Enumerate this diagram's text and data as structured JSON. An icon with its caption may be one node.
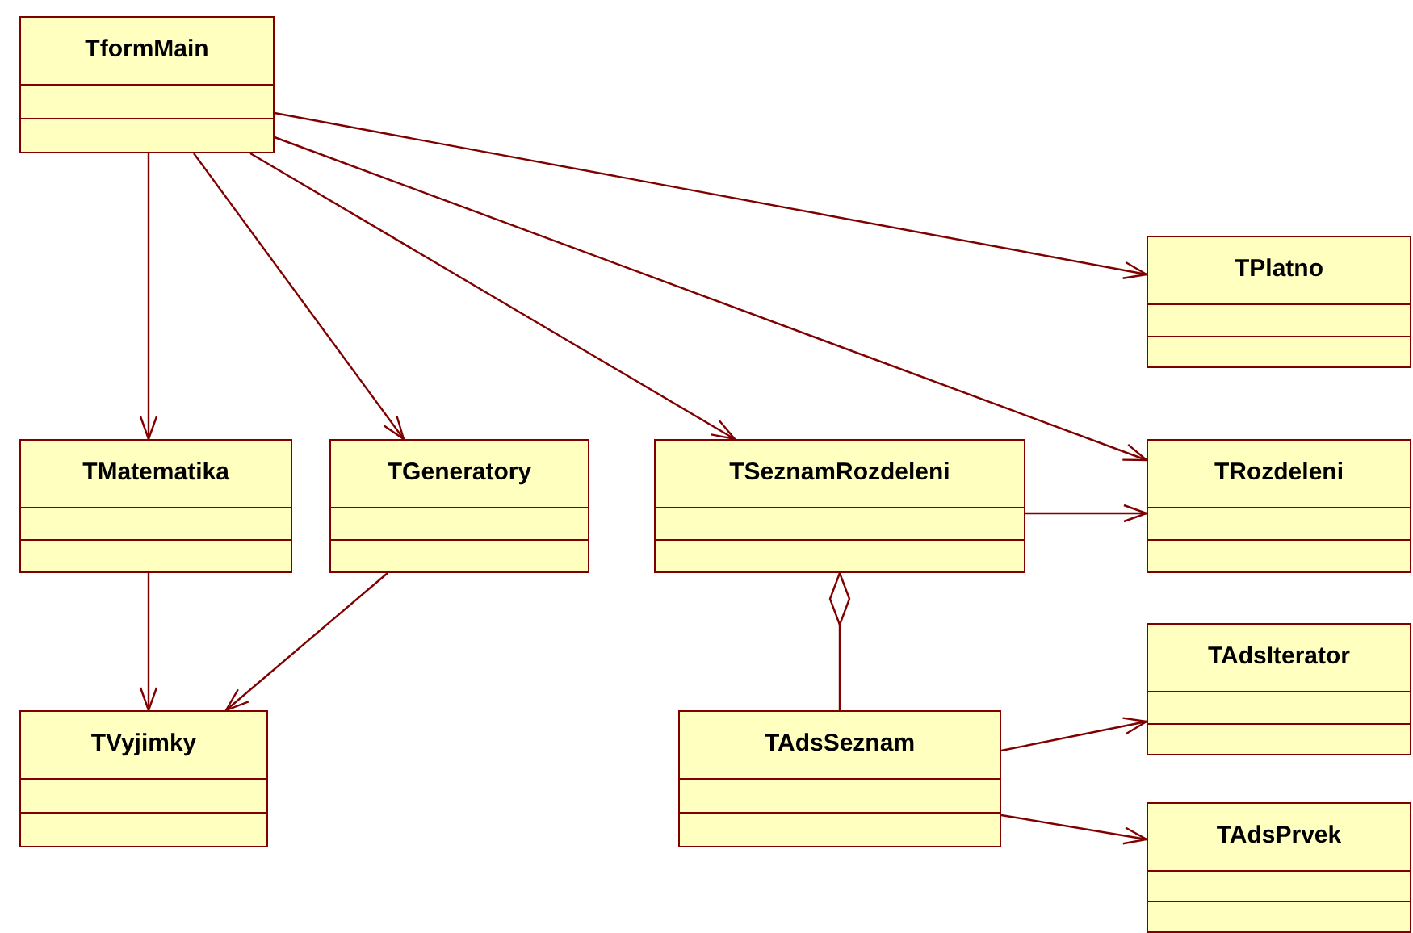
{
  "diagram": {
    "nodes": [
      {
        "text": [
          "TformMain"
        ]
      },
      {
        "text": [
          "TPlatno"
        ]
      },
      {
        "text": [
          "TMatematika"
        ]
      },
      {
        "text": [
          "TGeneratory"
        ]
      },
      {
        "text": [
          "TSeznamRozdeleni"
        ]
      },
      {
        "text": [
          "TRozdeleni"
        ]
      },
      {
        "text": [
          "TAdsIterator"
        ]
      },
      {
        "text": [
          "TVyjimky"
        ]
      },
      {
        "text": [
          "TAdsSeznam"
        ]
      },
      {
        "text": [
          "TAdsPrvek"
        ]
      }
    ],
    "edges": [
      {
        "from": 0,
        "to": 1,
        "arrow": "to"
      },
      {
        "from": 0,
        "to": 2,
        "arrow": "to"
      },
      {
        "from": 0,
        "to": 3,
        "arrow": "to"
      },
      {
        "from": 0,
        "to": 4,
        "arrow": "to"
      },
      {
        "from": 0,
        "to": 5,
        "arrow": "to"
      },
      {
        "from": 4,
        "to": 5,
        "arrow": "to"
      },
      {
        "from": 2,
        "to": 7,
        "arrow": "to"
      },
      {
        "from": 3,
        "to": 7,
        "arrow": "to"
      },
      {
        "from": 8,
        "to": 4,
        "arrow": "other"
      },
      {
        "from": 8,
        "to": 6,
        "arrow": "to"
      },
      {
        "from": 8,
        "to": 9,
        "arrow": "to"
      }
    ]
  }
}
